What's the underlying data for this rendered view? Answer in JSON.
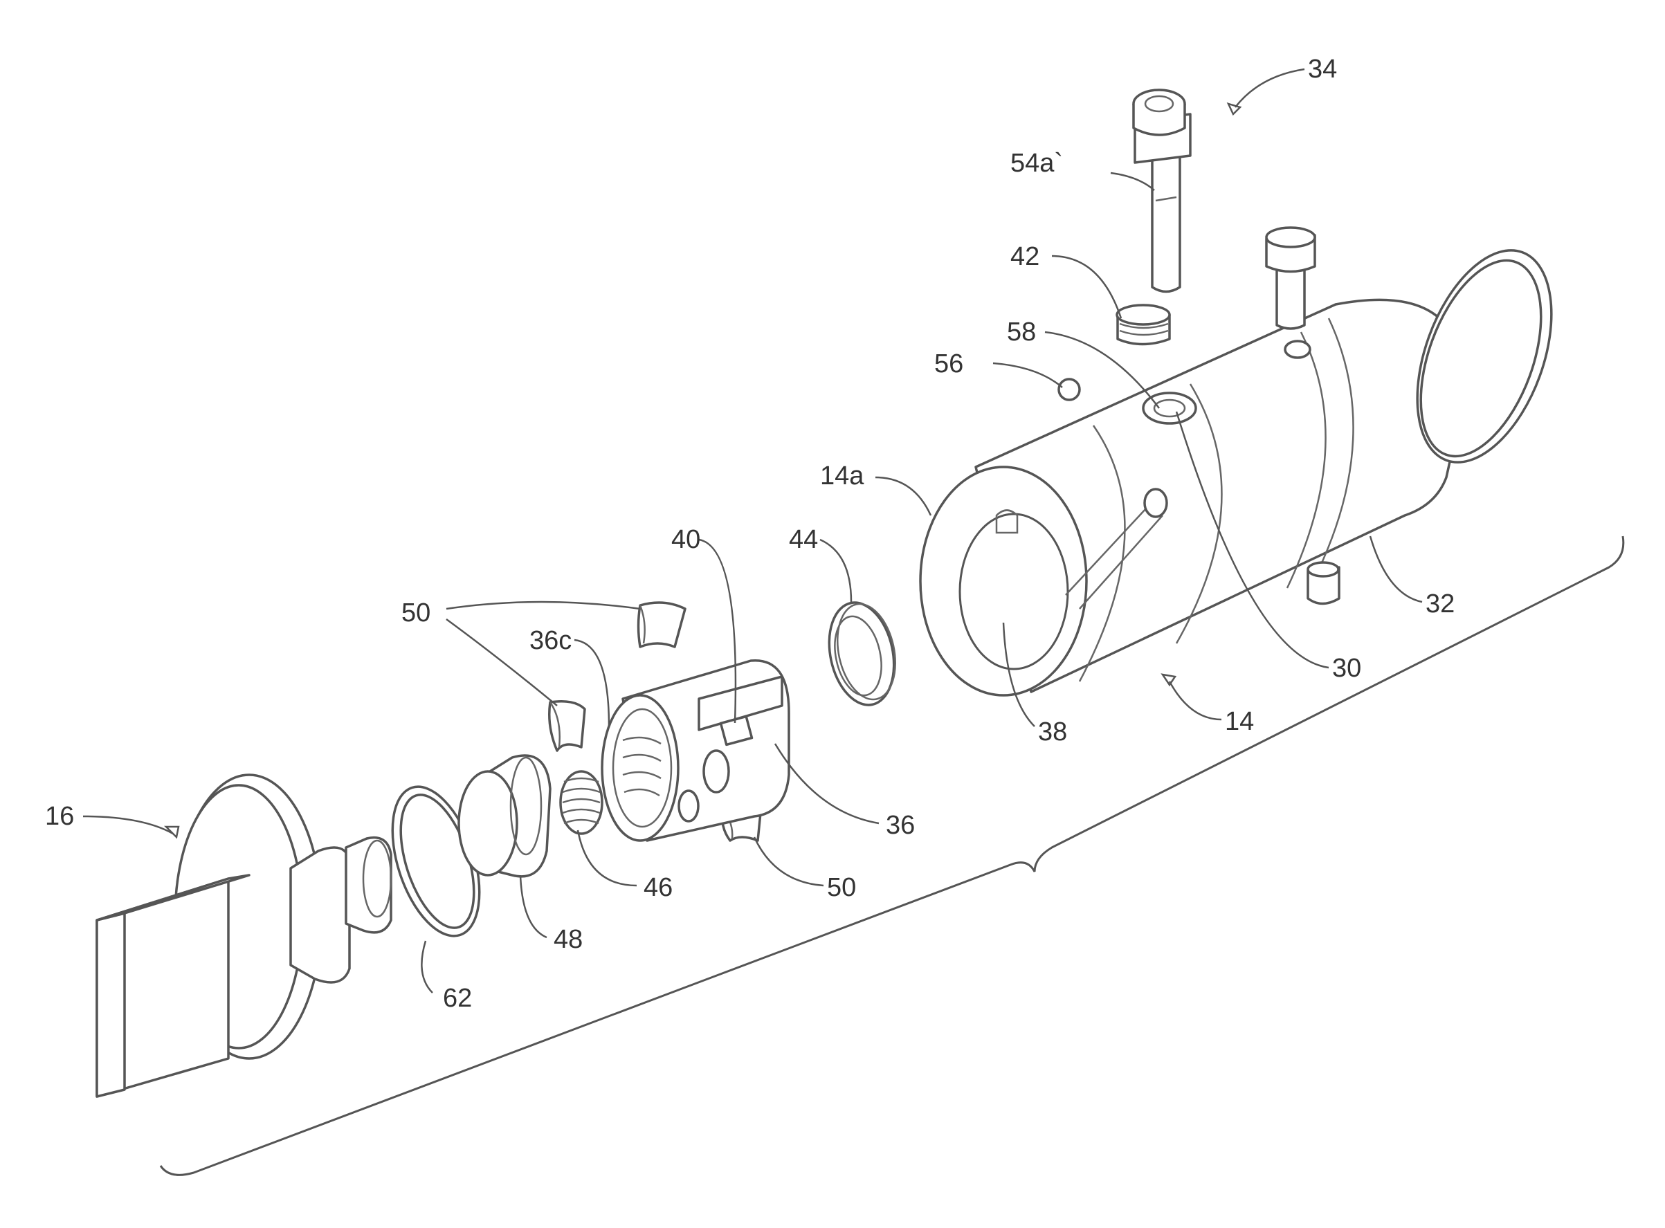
{
  "figure": {
    "labels": {
      "l34": "34",
      "l54a": "54a`",
      "l42": "42",
      "l58": "58",
      "l56": "56",
      "l14a": "14a",
      "l40": "40",
      "l44": "44",
      "l50a": "50",
      "l36c": "36c",
      "l32": "32",
      "l30": "30",
      "l38": "38",
      "l14": "14",
      "l16": "16",
      "l36": "36",
      "l46": "46",
      "l50b": "50",
      "l48": "48",
      "l62": "62"
    }
  }
}
